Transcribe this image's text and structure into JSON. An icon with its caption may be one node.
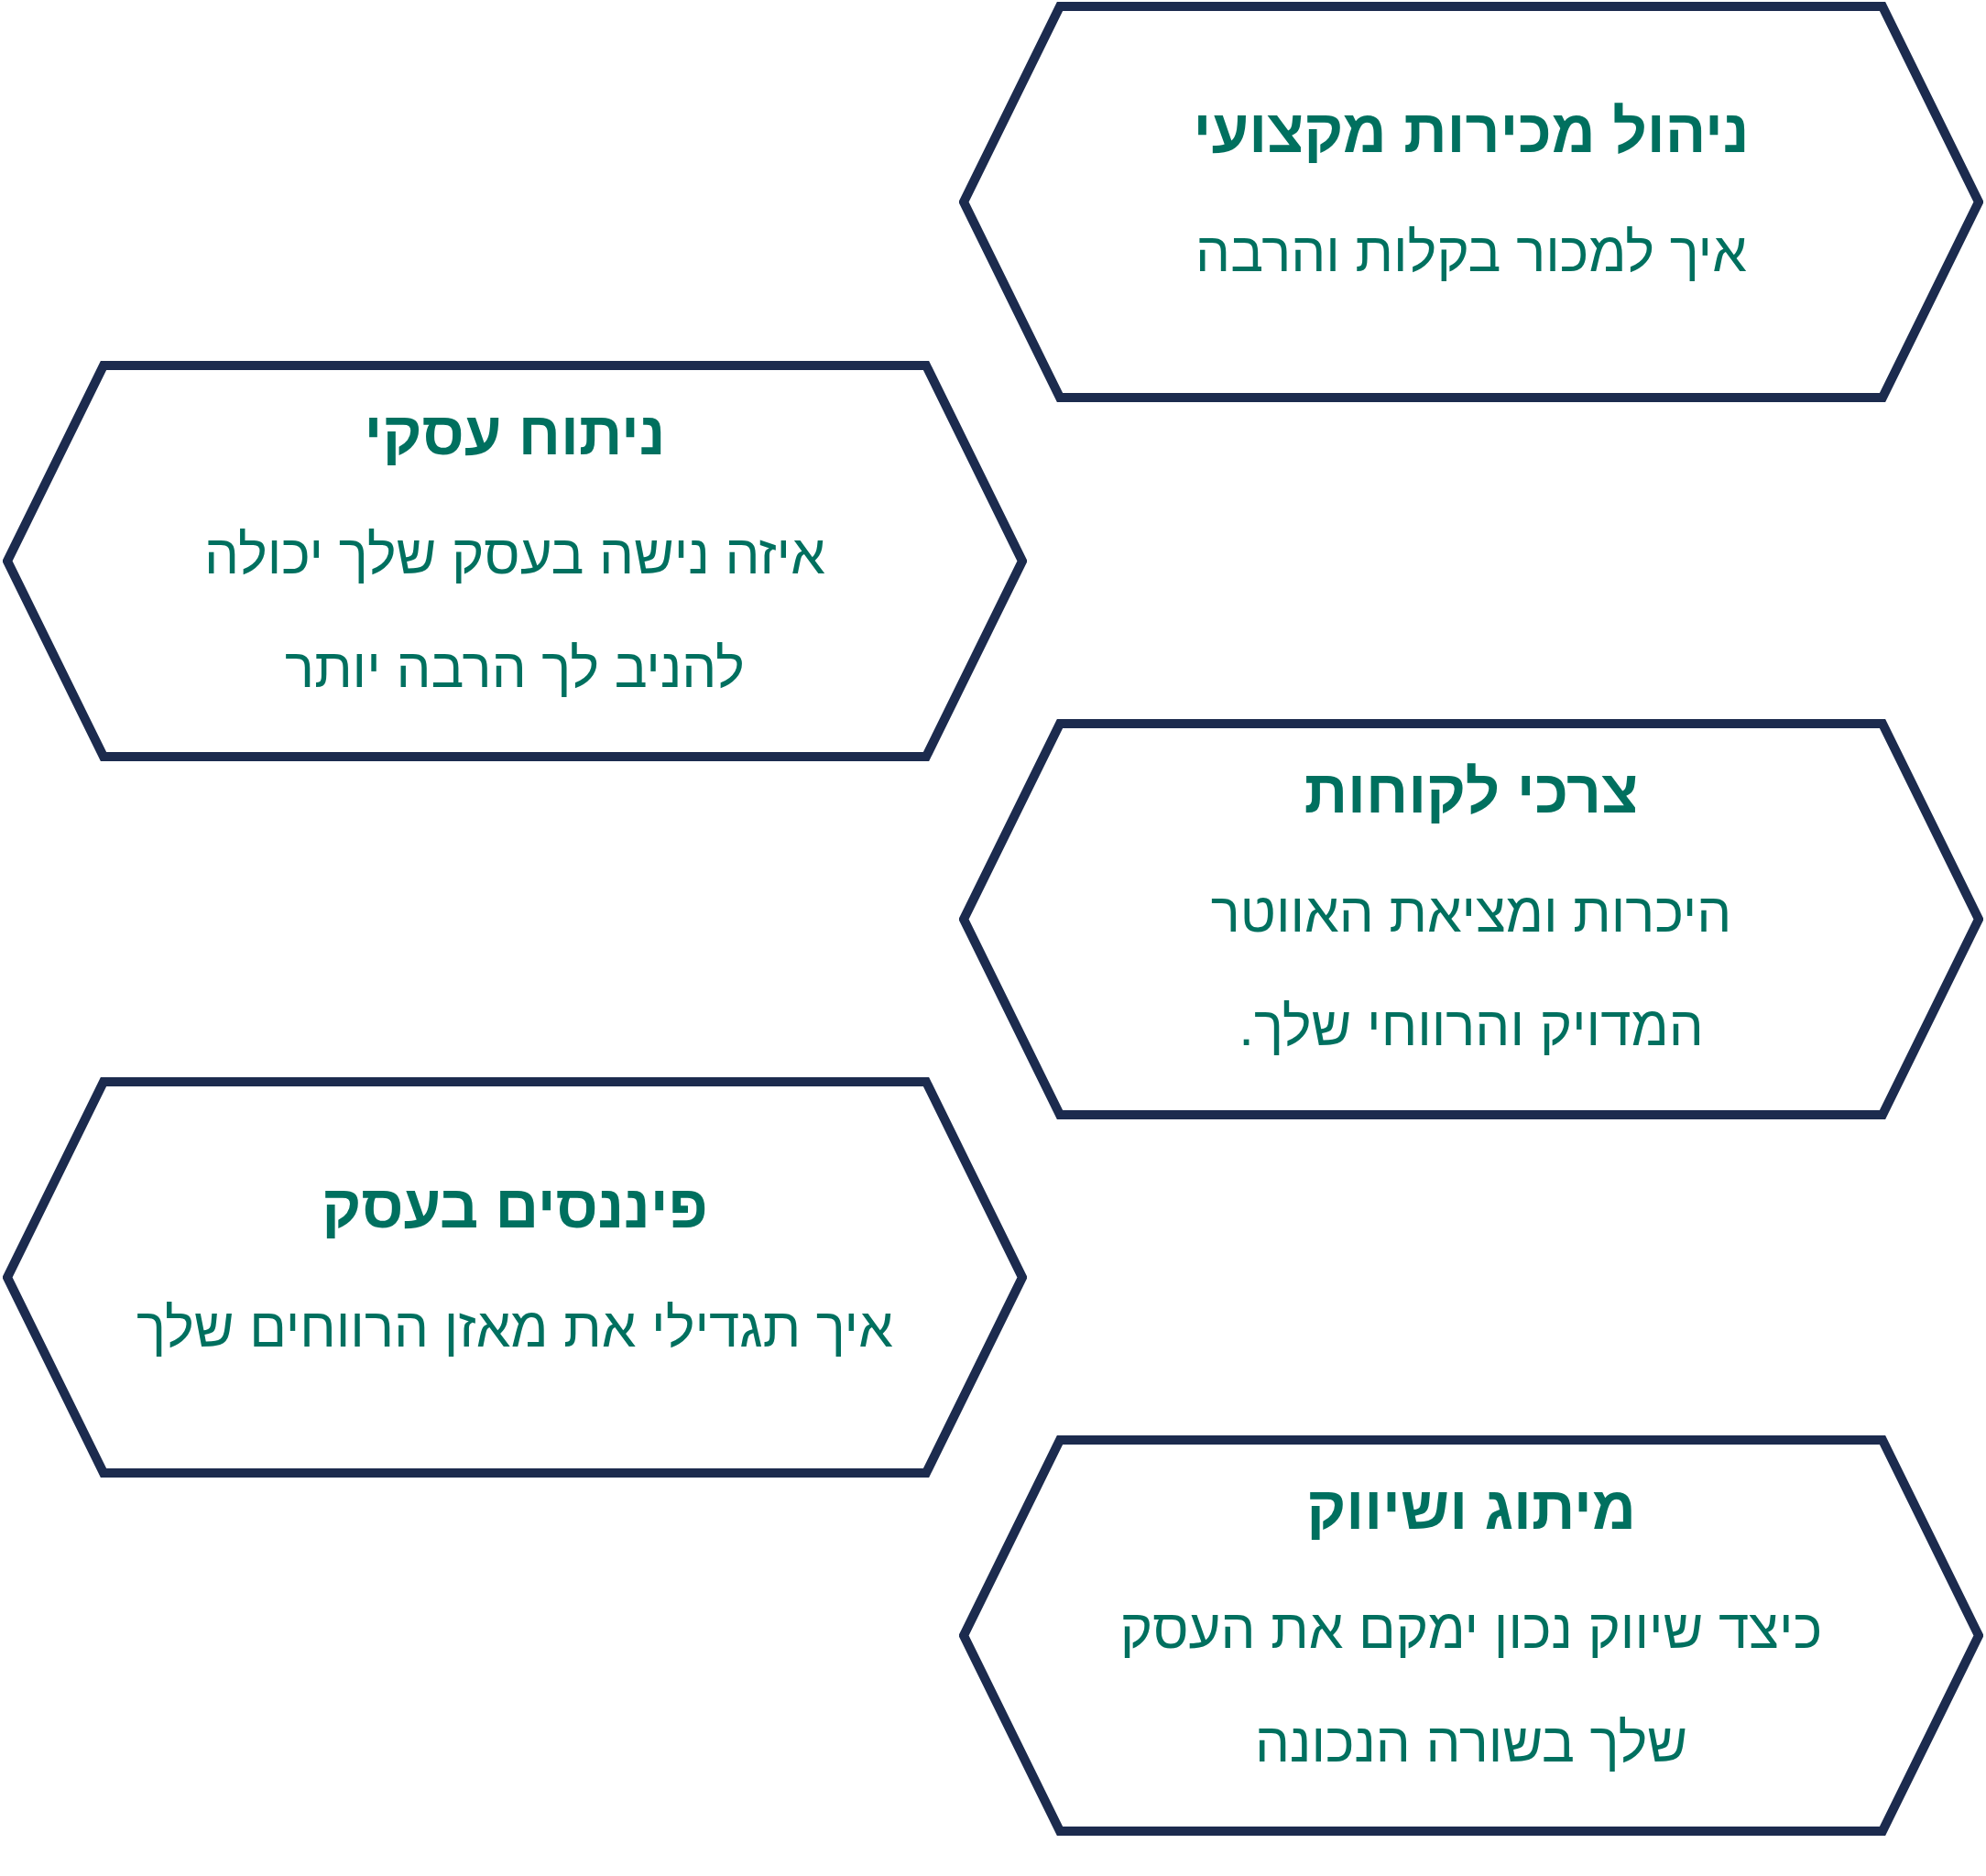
{
  "diagram": {
    "nodes": [
      {
        "text": [
          "ניהול מכירות מקצועי",
          "איך למכור בקלות והרבה"
        ]
      },
      {
        "text": [
          "ניתוח עסקי",
          "איזה נישה בעסק שלך יכולה להניב לך הרבה יותר"
        ]
      },
      {
        "text": [
          "צרכי לקוחות",
          "היכרות ומציאת האווטר המדויק והרווחי שלך."
        ]
      },
      {
        "text": [
          "פיננסים בעסק",
          "איך תגדילי את מאזן הרווחים שלך"
        ]
      },
      {
        "text": [
          "מיתוג ושיווק",
          "כיצד שיווק נכון ימקם את העסק שלך בשורה הנכונה"
        ]
      }
    ]
  }
}
